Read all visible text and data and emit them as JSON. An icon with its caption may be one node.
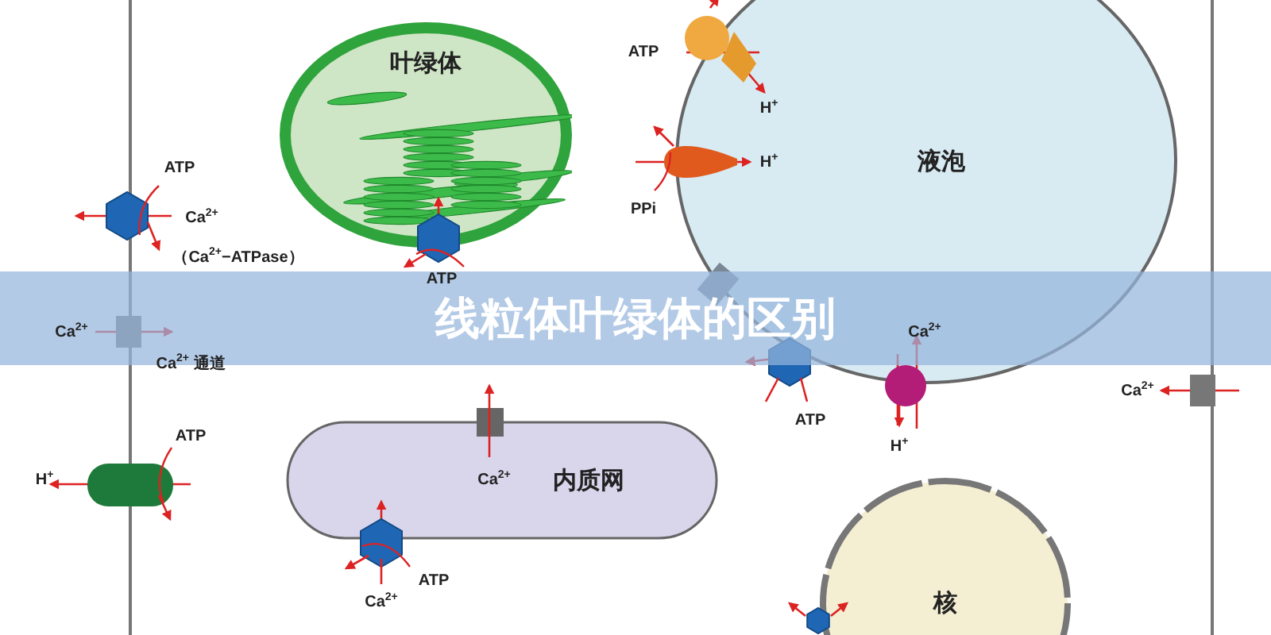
{
  "diagram": {
    "title": "线粒体叶绿体的区别",
    "nodes": [
      {
        "text": [
          "叶绿体"
        ]
      },
      {
        "text": [
          "液泡"
        ]
      },
      {
        "text": [
          "内质网"
        ]
      },
      {
        "text": [
          "核"
        ]
      }
    ],
    "labels": [
      "ATP",
      "H$^{+}$",
      "ATP",
      "Ca$^{2+}$",
      "H$^{+}$",
      "PPi",
      "（Ca$^{2+}$−ATPase）",
      "ATP",
      "Ca$^{2+}$",
      "Ca$^{2+}$",
      "Ca$^{2+}$ 通道",
      "Ca$^{2+}$",
      "ATP",
      "ATP",
      "H$^{+}$",
      "H$^{+}$",
      "Ca$^{2+}$",
      "ATP",
      "Ca$^{2+}$"
    ]
  }
}
